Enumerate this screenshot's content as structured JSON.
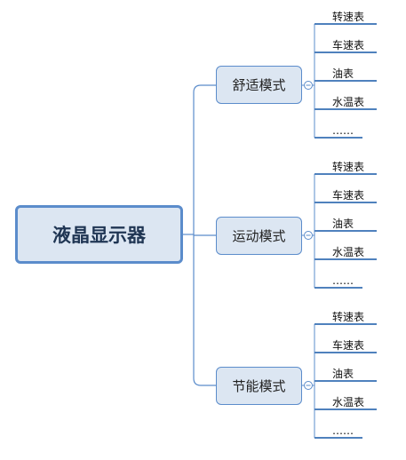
{
  "root": {
    "label": "液晶显示器"
  },
  "modes": [
    {
      "label": "舒适模式",
      "items": [
        "转速表",
        "车速表",
        "油表",
        "水温表",
        "……"
      ]
    },
    {
      "label": "运动模式",
      "items": [
        "转速表",
        "车速表",
        "油表",
        "水温表",
        "……"
      ]
    },
    {
      "label": "节能模式",
      "items": [
        "转速表",
        "车速表",
        "油表",
        "水温表",
        "……"
      ]
    }
  ],
  "colors": {
    "connector": "#5b8ccb",
    "leaf_line": "#4f81bd",
    "node_fill": "#dce6f2",
    "node_border": "#5b8ccb"
  }
}
